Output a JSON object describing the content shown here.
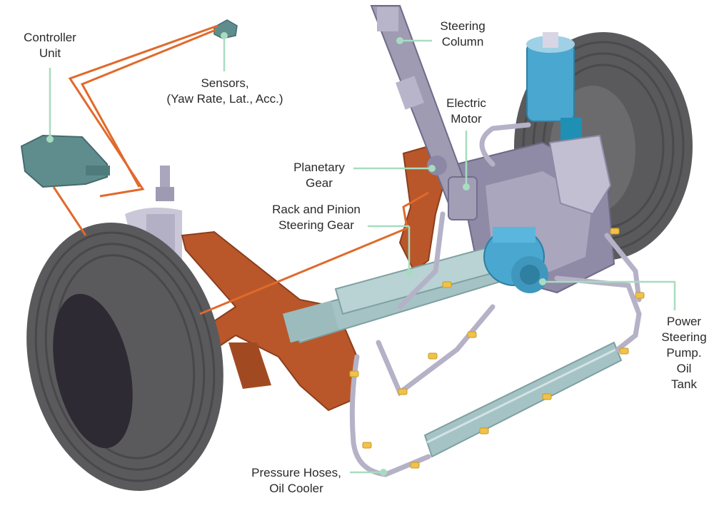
{
  "labels": {
    "controller_unit": [
      "Controller",
      "Unit"
    ],
    "sensors": [
      "Sensors,",
      "(Yaw Rate, Lat., Acc.)"
    ],
    "steering_column": [
      "Steering",
      "Column"
    ],
    "electric_motor": [
      "Electric",
      "Motor"
    ],
    "planetary_gear": [
      "Planetary",
      "Gear"
    ],
    "rack_and_pinion": [
      "Rack and Pinion",
      "Steering Gear"
    ],
    "power_steering_pump": [
      "Power",
      "Steering",
      "Pump.",
      "Oil",
      "Tank"
    ],
    "pressure_hoses": [
      "Pressure Hoses,",
      "Oil Cooler"
    ]
  },
  "colors": {
    "leader_line": "#a8dcc0",
    "wire": "#e06a2c",
    "frame": "#b9572a",
    "tire": "#5a5a5c",
    "metal": "#a9a6bd",
    "pump_blue": "#4aa7cf",
    "cooler": "#a5c3c4",
    "fitting": "#f0c24a"
  }
}
